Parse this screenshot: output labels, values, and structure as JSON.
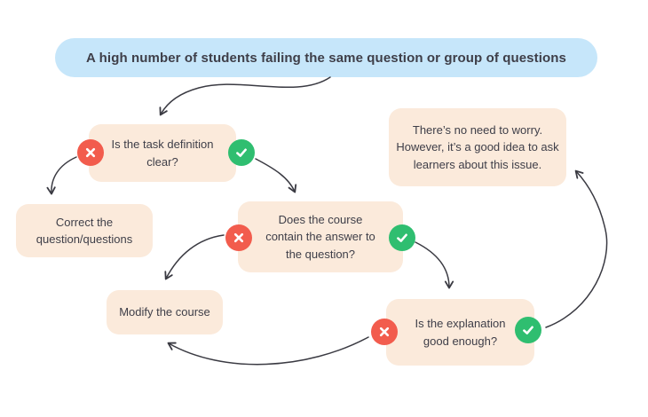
{
  "start": {
    "label": "A high number of students failing the same question or group of questions"
  },
  "nodes": {
    "task_clear": {
      "label": "Is the task definition clear?"
    },
    "correct_question": {
      "label": "Correct the question/questions"
    },
    "course_answer": {
      "label": "Does the course contain the answer to the question?"
    },
    "modify_course": {
      "label": "Modify the course"
    },
    "explanation_good": {
      "label": "Is the explanation good enough?"
    },
    "no_need_to_worry": {
      "label": "There’s no need to worry. However, it’s a good idea to ask learners about this issue."
    }
  },
  "icons": {
    "fail": "cross-icon",
    "pass": "check-icon"
  },
  "colors": {
    "start_bg": "#c6e6fa",
    "node_bg": "#fbeadb",
    "fail": "#f25c4d",
    "pass": "#2fbe70",
    "text": "#3e3e48",
    "arrow": "#3a3a42"
  }
}
